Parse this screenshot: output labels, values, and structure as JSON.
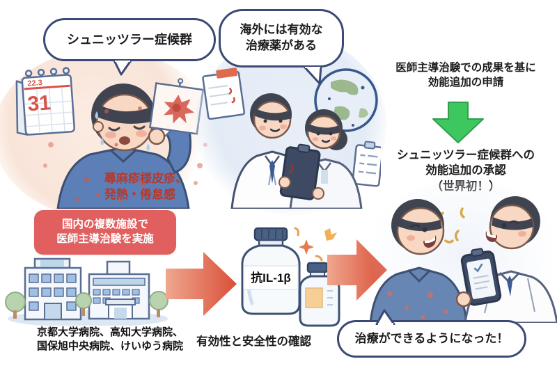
{
  "scene_sick_man": {
    "bubble": "シュニッツラー症候群",
    "calendar": {
      "header": "22.3",
      "day": "31"
    },
    "symptoms": [
      "蕁麻疹様皮疹、",
      "発熱・倦怠感"
    ]
  },
  "scene_doctors": {
    "bubble": [
      "海外には有効な",
      "治療薬がある"
    ]
  },
  "approval_flow": {
    "application": [
      "医師主導治験での成果を基に",
      "効能追加の申請"
    ],
    "approval": [
      "シュニッツラー症候群への",
      "効能追加の承認",
      "（世界初！）"
    ]
  },
  "trial": {
    "badge": [
      "国内の複数施設で",
      "医師主導治験を実施"
    ],
    "hospitals": [
      "京都大学病院、高知大学病院、",
      "国保旭中央病院、けいゆう病院"
    ]
  },
  "medicine": {
    "vial_label": "抗IL-1β",
    "caption": "有効性と安全性の確認"
  },
  "outcome": {
    "bubble": "治療ができるようになった！"
  },
  "colors": {
    "outline_navy": "#3b4a75",
    "badge_red": "#e15f5f",
    "symptom_red": "#b8382c",
    "arrow_red_light": "#f0a78f",
    "arrow_red_dark": "#d94f38",
    "green_arrow": "#3ec75e",
    "green_arrow_border": "#2f9e4f",
    "shirt_blue": "#5d7fb7",
    "skin": "#f8d7c3"
  }
}
